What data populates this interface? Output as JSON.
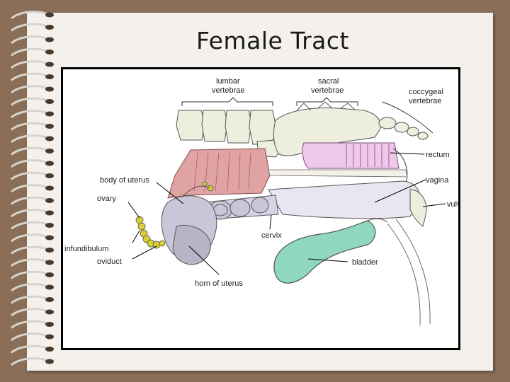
{
  "slide": {
    "title": "Female Tract"
  },
  "diagram": {
    "labels": {
      "lumbar_line1": "lumbar",
      "lumbar_line2": "vertebrae",
      "sacral_line1": "sacral",
      "sacral_line2": "vertebrae",
      "coccygeal_line1": "coccygeal",
      "coccygeal_line2": "vertebrae",
      "rectum": "rectum",
      "vagina": "vagina",
      "vulva": "vulva",
      "body_of_uterus": "body of uterus",
      "ovary": "ovary",
      "infundibulum": "infundibulum",
      "oviduct": "oviduct",
      "cervix": "cervix",
      "bladder": "bladder",
      "horn_of_uterus": "horn of uterus"
    },
    "colors": {
      "rectum_fill": "#eec9ea",
      "muscle_fill": "#e0a3a3",
      "bladder_fill": "#8fd8bf",
      "uterus_fill": "#c9c6d9",
      "tract_fill": "#e9e6f2",
      "bone_fill": "#eeeede",
      "ovary_fill": "#d8cf33",
      "background": "#8a6e57"
    }
  }
}
